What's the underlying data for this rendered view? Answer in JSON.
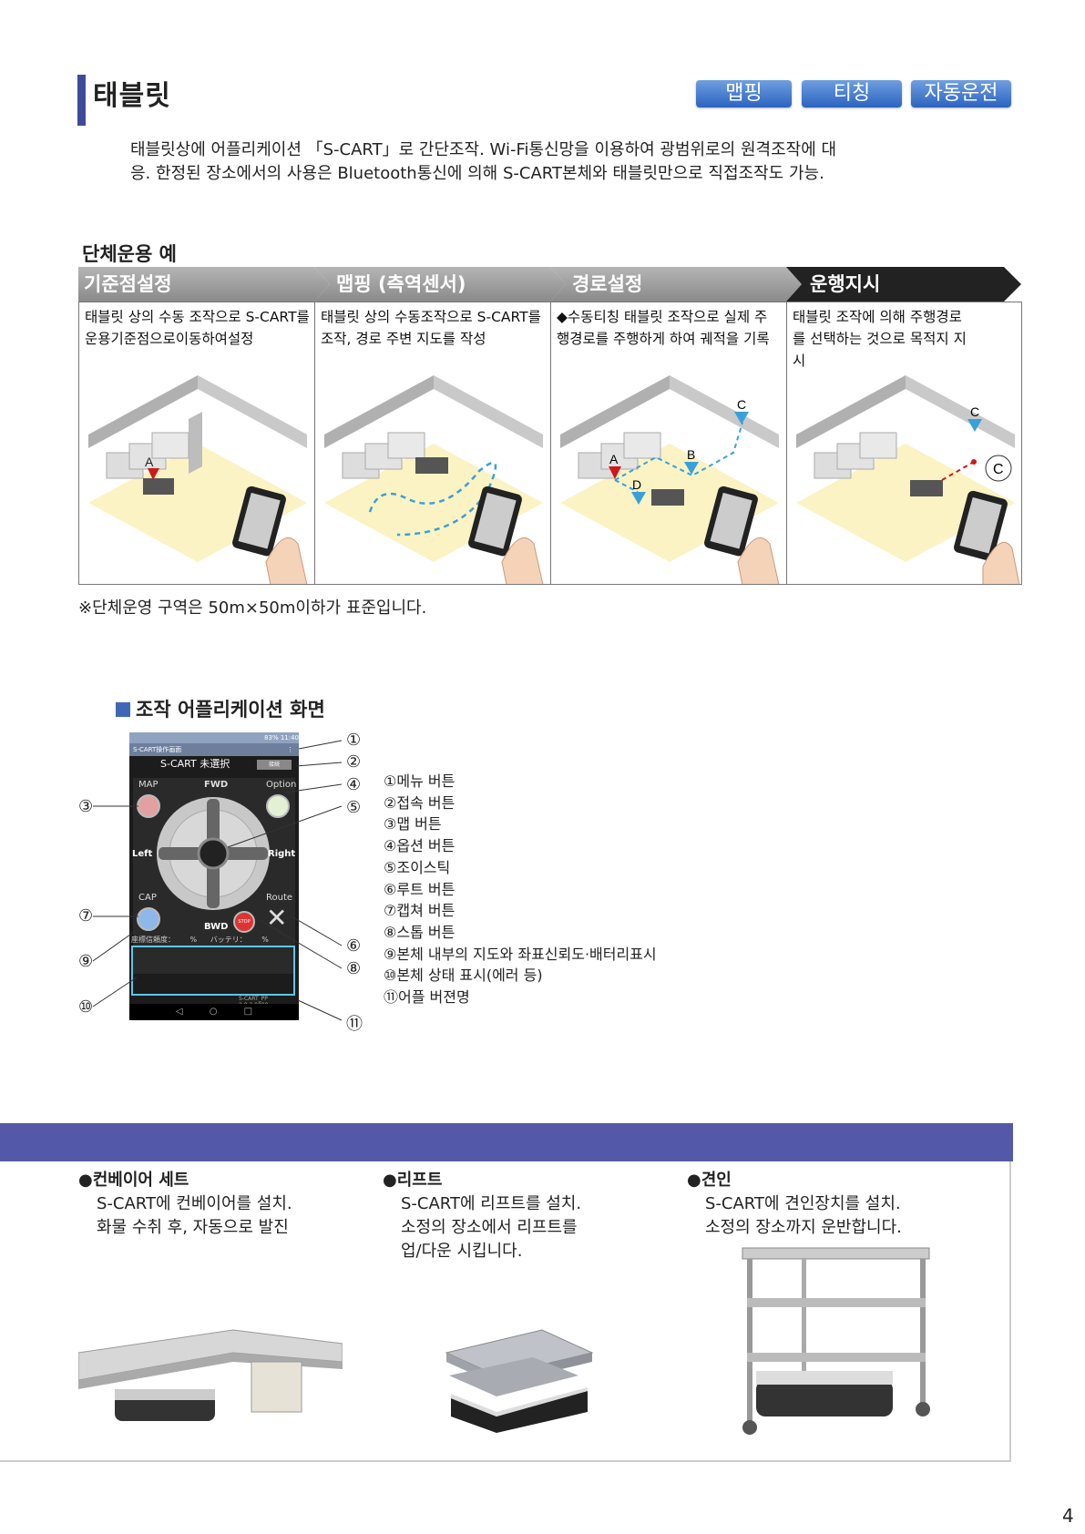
{
  "header": {
    "title": "태블릿",
    "tags": [
      "맵핑",
      "티칭",
      "자동운전"
    ]
  },
  "intro": {
    "line1": "태블릿상에 어플리케이션 「S-CART」로 간단조작. Wi-Fi통신망을 이용하여 광범위로의 원격조작에 대",
    "line2": "응. 한정된 장소에서의 사용은 Bluetooth통신에 의해 S-CART본체와 태블릿만으로 직접조작도 가능."
  },
  "operation": {
    "heading": "단체운용 예",
    "steps": [
      {
        "label": "기준점설정",
        "desc1": "태블릿 상의 수동 조작으로 S-CART를",
        "desc2": "운용기준점으로이동하여설정",
        "desc3": ""
      },
      {
        "label": "맵핑 (측역센서)",
        "desc1": "태블릿 상의 수동조작으로 S-CART를",
        "desc2": "조작, 경로 주변 지도를 작성",
        "desc3": ""
      },
      {
        "label": "경로설정",
        "desc1": "◆수동티칭 태블릿 조작으로 실제 주",
        "desc2": "행경로를 주행하게 하여 궤적을 기록",
        "desc3": ""
      },
      {
        "label": "운행지시",
        "desc1": "태블릿 조작에 의해 주행경로",
        "desc2": "를 선택하는 것으로 목적지 지",
        "desc3": "시"
      }
    ],
    "note": "※단체운영 구역은 50m×50m이하가 표준입니다."
  },
  "app": {
    "heading": "조작 어플리케이션 화면",
    "screen": {
      "status": "83% 11:40",
      "app_title": "S-CART操作画面",
      "selection": "S-CART 未選択",
      "connect_btn": "接続",
      "map": "MAP",
      "fwd": "FWD",
      "option": "Option",
      "left": "Left",
      "right": "Right",
      "cap": "CAP",
      "route": "Route",
      "bwd": "BWD",
      "stop": "STOP",
      "reliability": "座標信頼度：",
      "pct": "%",
      "battery": "バッテリ：",
      "pct2": "%",
      "version": "S-CART_PP 2.0.2.0000"
    },
    "callouts": [
      "①",
      "②",
      "③",
      "④",
      "⑤",
      "⑥",
      "⑦",
      "⑧",
      "⑨",
      "⑩",
      "⑪"
    ],
    "legend": [
      "①메뉴 버튼",
      "②접속 버튼",
      "③맵 버튼",
      "④옵션 버튼",
      "⑤조이스틱",
      "⑥루트 버튼",
      "⑦캡쳐 버튼",
      "⑧스톱 버튼",
      "⑨본체 내부의 지도와 좌표신뢰도·배터리표시",
      "⑩본체 상태 표시(에러 등)",
      "⑪어플 버젼명"
    ]
  },
  "options": [
    {
      "title": "●컨베이어 세트",
      "line1": "S-CART에 컨베이어를 설치.",
      "line2": "화물 수취 후, 자동으로 발진",
      "line3": ""
    },
    {
      "title": "●리프트",
      "line1": "S-CART에 리프트를 설치.",
      "line2": "소정의 장소에서 리프트를",
      "line3": "업/다운 시킵니다."
    },
    {
      "title": "●견인",
      "line1": "S-CART에 견인장치를 설치.",
      "line2": "소정의 장소까지 운반합니다.",
      "line3": ""
    }
  ],
  "diagram_labels": {
    "a": "A",
    "b": "B",
    "c": "C",
    "d": "D"
  },
  "page_number": "4",
  "colors": {
    "accent": "#3d4b9a",
    "tag": "#2b63c0",
    "band": "#5359a8",
    "step_gray": "#9a9a9a",
    "step_dark": "#222222"
  }
}
